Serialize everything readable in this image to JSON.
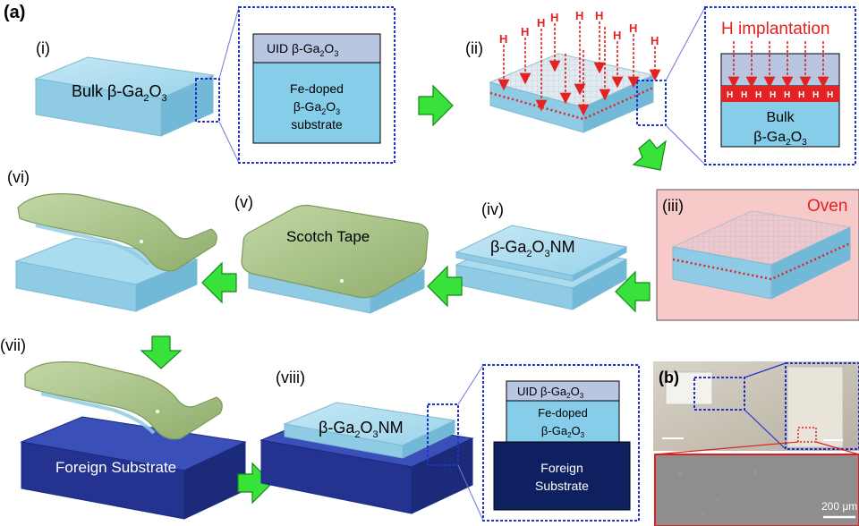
{
  "panel_a_label": "(a)",
  "panel_b_label": "(b)",
  "steps": {
    "i": "(i)",
    "ii": "(ii)",
    "iii": "(iii)",
    "iv": "(iv)",
    "v": "(v)",
    "vi": "(vi)",
    "vii": "(vii)",
    "viii": "(viii)"
  },
  "labels": {
    "bulk_prefix": "Bulk ",
    "beta": "β",
    "ga2o3_ga": "-Ga",
    "sub2": "2",
    "o": "O",
    "sub3": "3",
    "uid_prefix": "UID ",
    "fe_doped": "Fe-doped",
    "substrate": "substrate",
    "h": "H",
    "h_implantation": "H implantation",
    "bulk": "Bulk",
    "oven": "Oven",
    "nm": "NM",
    "scotch_tape": "Scotch Tape",
    "foreign_substrate": "Foreign Substrate",
    "foreign": "Foreign",
    "substrate_cap": "Substrate",
    "scale_bar": "200 μm"
  },
  "colors": {
    "gallium_oxide_top": "#a9dcee",
    "gallium_oxide_side": "#7cc6e3",
    "inset_uid": "#b9c6e2",
    "inset_fe": "#86cdea",
    "dashed_frame": "#2233cc",
    "hydrogen": "#e32222",
    "arrow": "#39e23a",
    "arrow_edge": "#138a16",
    "tape": "#a8c48a",
    "oven_bg": "#f7c9c9",
    "foreign_substrate": "#24338f",
    "foreign_inset": "#0f2060",
    "sem_gray": "#8e8e8e",
    "zoom_red": "#e02020"
  },
  "icons": [
    "right-arrow-icon",
    "down-arrow-icon",
    "left-arrow-icon"
  ]
}
